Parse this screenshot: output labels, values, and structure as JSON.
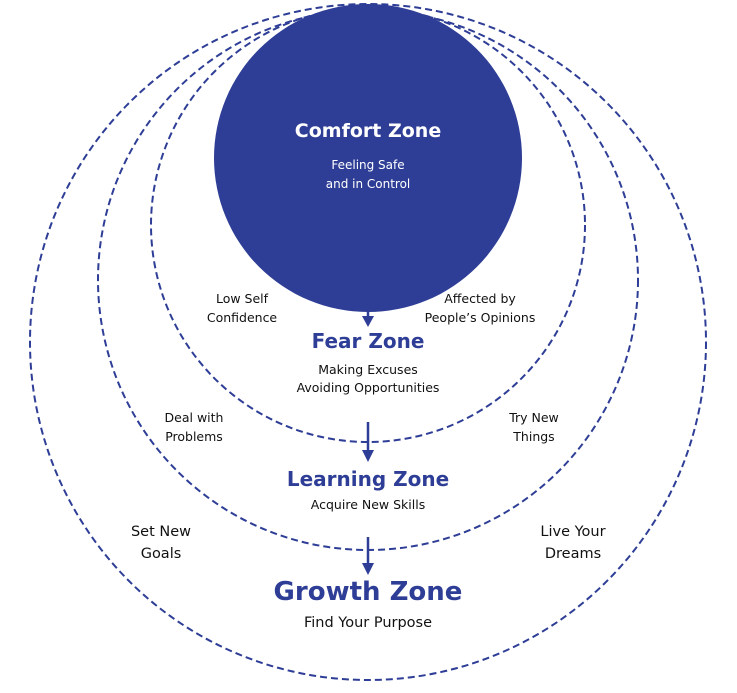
{
  "comfort": {
    "title": "Comfort Zone",
    "lines": [
      "Feeling Safe",
      "and in Control"
    ]
  },
  "fear": {
    "title": "Fear Zone",
    "lines": [
      "Making Excuses",
      "Avoiding Opportunities"
    ],
    "left_note": [
      "Low Self",
      "Confidence"
    ],
    "right_note": [
      "Affected by",
      "People’s Opinions"
    ]
  },
  "learning": {
    "title": "Learning Zone",
    "lines": [
      "Acquire New Skills"
    ],
    "left_note": [
      "Deal with",
      "Problems"
    ],
    "right_note": [
      "Try New",
      "Things"
    ]
  },
  "growth": {
    "title": "Growth Zone",
    "lines": [
      "Find Your Purpose"
    ],
    "left_note": [
      "Set New",
      "Goals"
    ],
    "right_note": [
      "Live Your",
      "Dreams"
    ]
  },
  "colors": {
    "accent": "#2e3e96"
  }
}
